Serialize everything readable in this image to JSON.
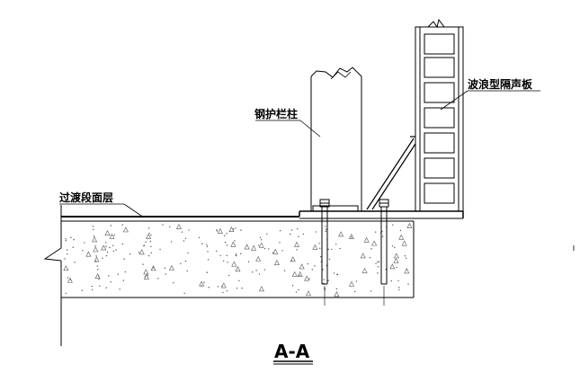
{
  "labels": {
    "noise_barrier": "波浪型隔声板",
    "steel_guardrail_post": "钢护栏柱",
    "transition_pavement": "过渡段面层"
  },
  "section_title": "A-A",
  "colors": {
    "line": "#000000",
    "concrete_speckle": "#555555",
    "background": "#ffffff"
  }
}
